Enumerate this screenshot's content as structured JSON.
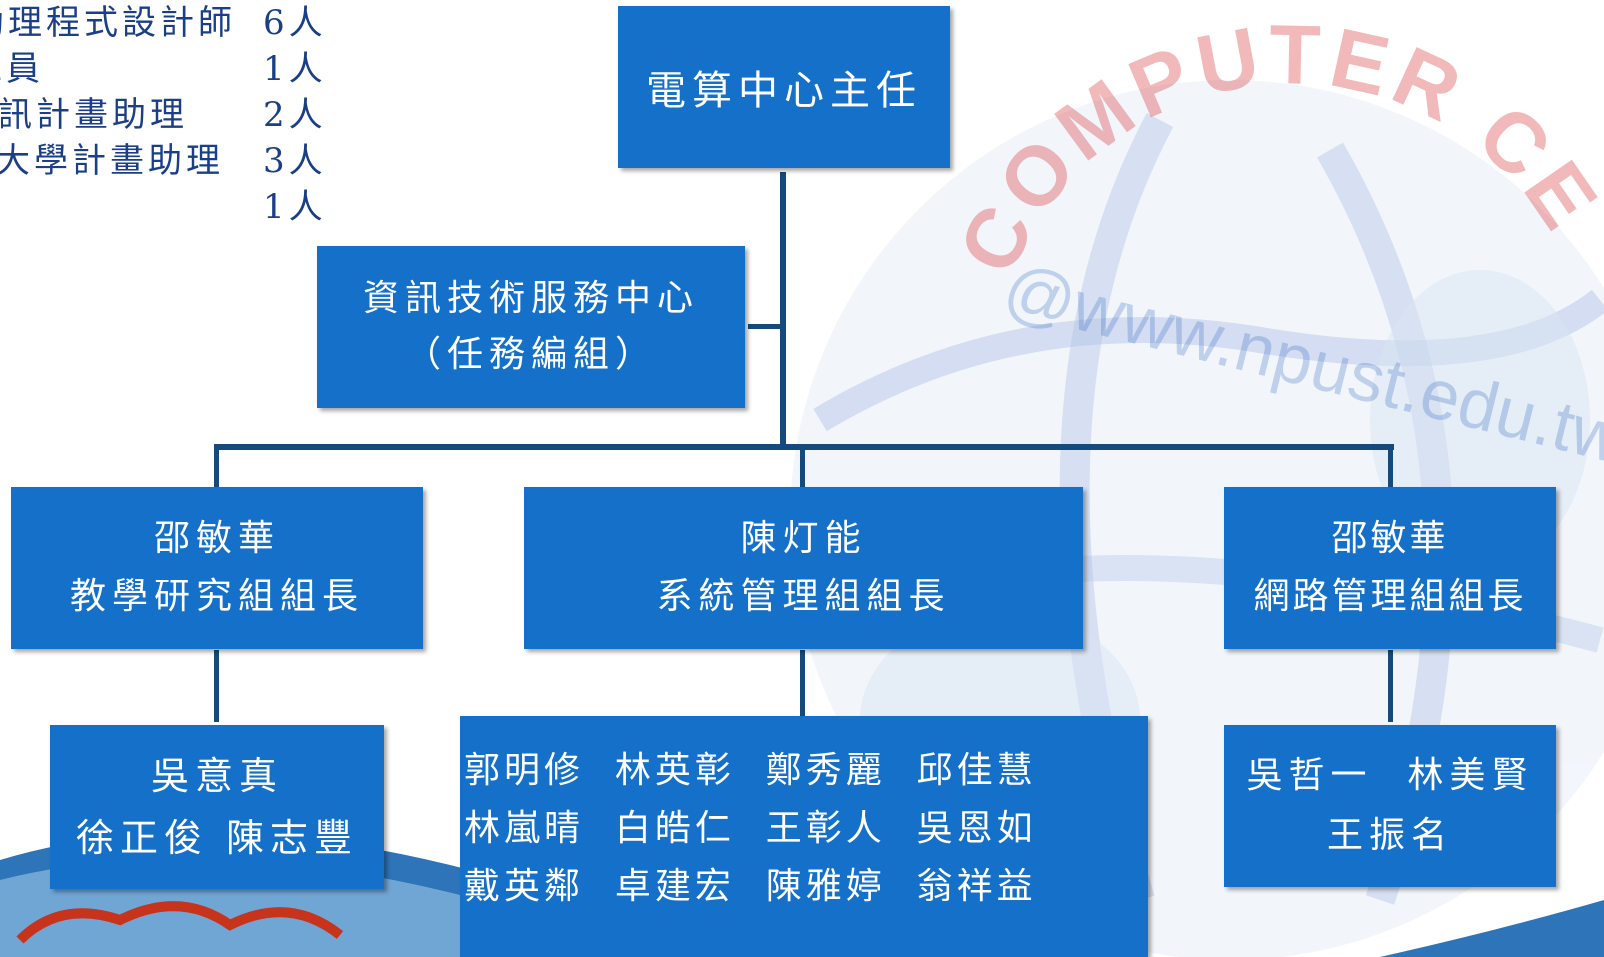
{
  "staff_list": [
    {
      "role": "助理程式設計師",
      "count": "6人"
    },
    {
      "role": "技工員",
      "count": "1人"
    },
    {
      "role": "資訊計畫助理",
      "count": "2人"
    },
    {
      "role": "教育大學計畫助理",
      "count": "3人"
    },
    {
      "role": "",
      "count": "1人"
    }
  ],
  "watermark": {
    "arc_text": "COMPUTER CENTER/ NPUST",
    "url_text": "@www.npust.edu.tw"
  },
  "org": {
    "director": {
      "title": "電算中心主任"
    },
    "task_force": {
      "line1": "資訊技術服務中心",
      "line2": "（任務編組）"
    },
    "groups": [
      {
        "name": "邵敏華",
        "role": "教學研究組組長",
        "members": [
          "吳意真",
          "徐正俊 陳志豐"
        ]
      },
      {
        "name": "陳灯能",
        "role": "系統管理組組長",
        "members": [
          "郭明修  林英彰  鄭秀麗  邱佳慧",
          "林嵐晴  白皓仁  王彰人  吳恩如",
          "戴英鄰  卓建宏  陳雅婷  翁祥益"
        ]
      },
      {
        "name": "邵敏華",
        "role": "網路管理組組長",
        "members": [
          "吳哲一  林美賢",
          "王振名"
        ]
      }
    ]
  },
  "colors": {
    "box_fill": "#1470c8",
    "connector": "#174a7c",
    "watermark_red": "#d93a3a",
    "globe_blue": "#3a6fc4"
  }
}
